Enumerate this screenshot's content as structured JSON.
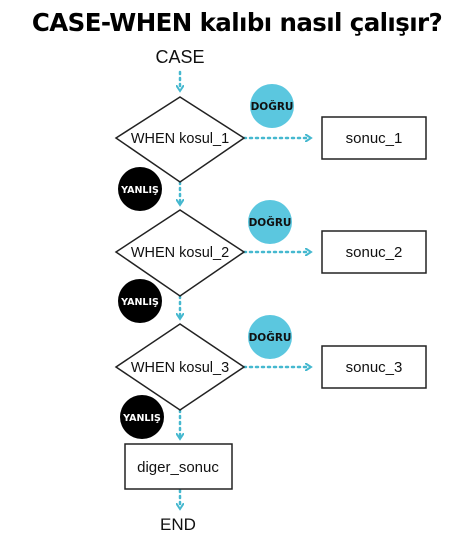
{
  "title": "CASE-WHEN kalıbı nasıl çalışır?",
  "start_label": "CASE",
  "end_label": "END",
  "conditions": [
    {
      "label": "WHEN kosul_1",
      "result": "sonuc_1"
    },
    {
      "label": "WHEN kosul_2",
      "result": "sonuc_2"
    },
    {
      "label": "WHEN kosul_3",
      "result": "sonuc_3"
    }
  ],
  "true_label": "DOĞRU",
  "false_label": "YANLIŞ",
  "else_label": "diger_sonuc",
  "colors": {
    "arrow": "#45b8cf",
    "true_badge": "#5bc7df",
    "false_badge": "#000000",
    "box_stroke": "#222222"
  }
}
